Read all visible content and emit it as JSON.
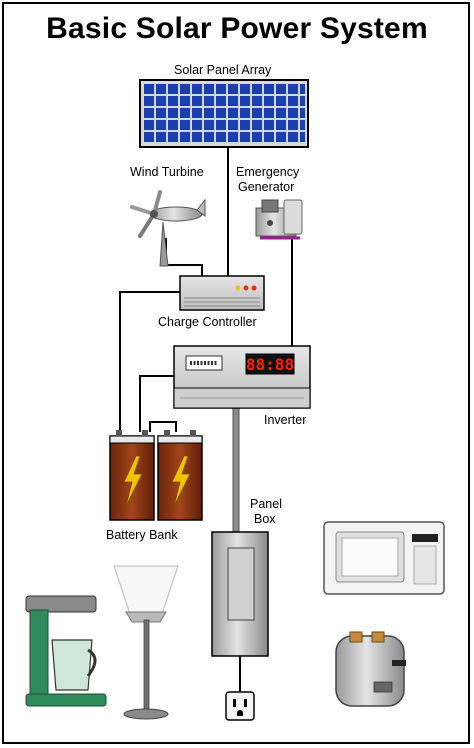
{
  "title": "Basic Solar Power System",
  "labels": {
    "solar_panel": "Solar Panel Array",
    "wind_turbine": "Wind Turbine",
    "generator_line1": "Emergency",
    "generator_line2": "Generator",
    "charge_controller": "Charge Controller",
    "inverter": "Inverter",
    "battery_bank": "Battery Bank",
    "panel_box_line1": "Panel",
    "panel_box_line2": "Box"
  },
  "inverter_display": "88:88",
  "icons": {
    "solar_panel": "solar-panel-array-icon",
    "wind_turbine": "wind-turbine-icon",
    "generator": "emergency-generator-icon",
    "charge_controller": "charge-controller-icon",
    "inverter": "inverter-icon",
    "battery": "battery-icon",
    "panel_box": "panel-box-icon",
    "outlet": "outlet-icon",
    "coffee_maker": "coffee-maker-icon",
    "floor_lamp": "floor-lamp-icon",
    "microwave": "microwave-icon",
    "toaster": "toaster-icon"
  },
  "colors": {
    "solar_cell": "#1b3fb0",
    "battery_body": "#8a3412",
    "lightning": "#f2c200",
    "inverter_digits": "#ff2200",
    "wire": "#000000",
    "metal": "#c9c9c9"
  }
}
